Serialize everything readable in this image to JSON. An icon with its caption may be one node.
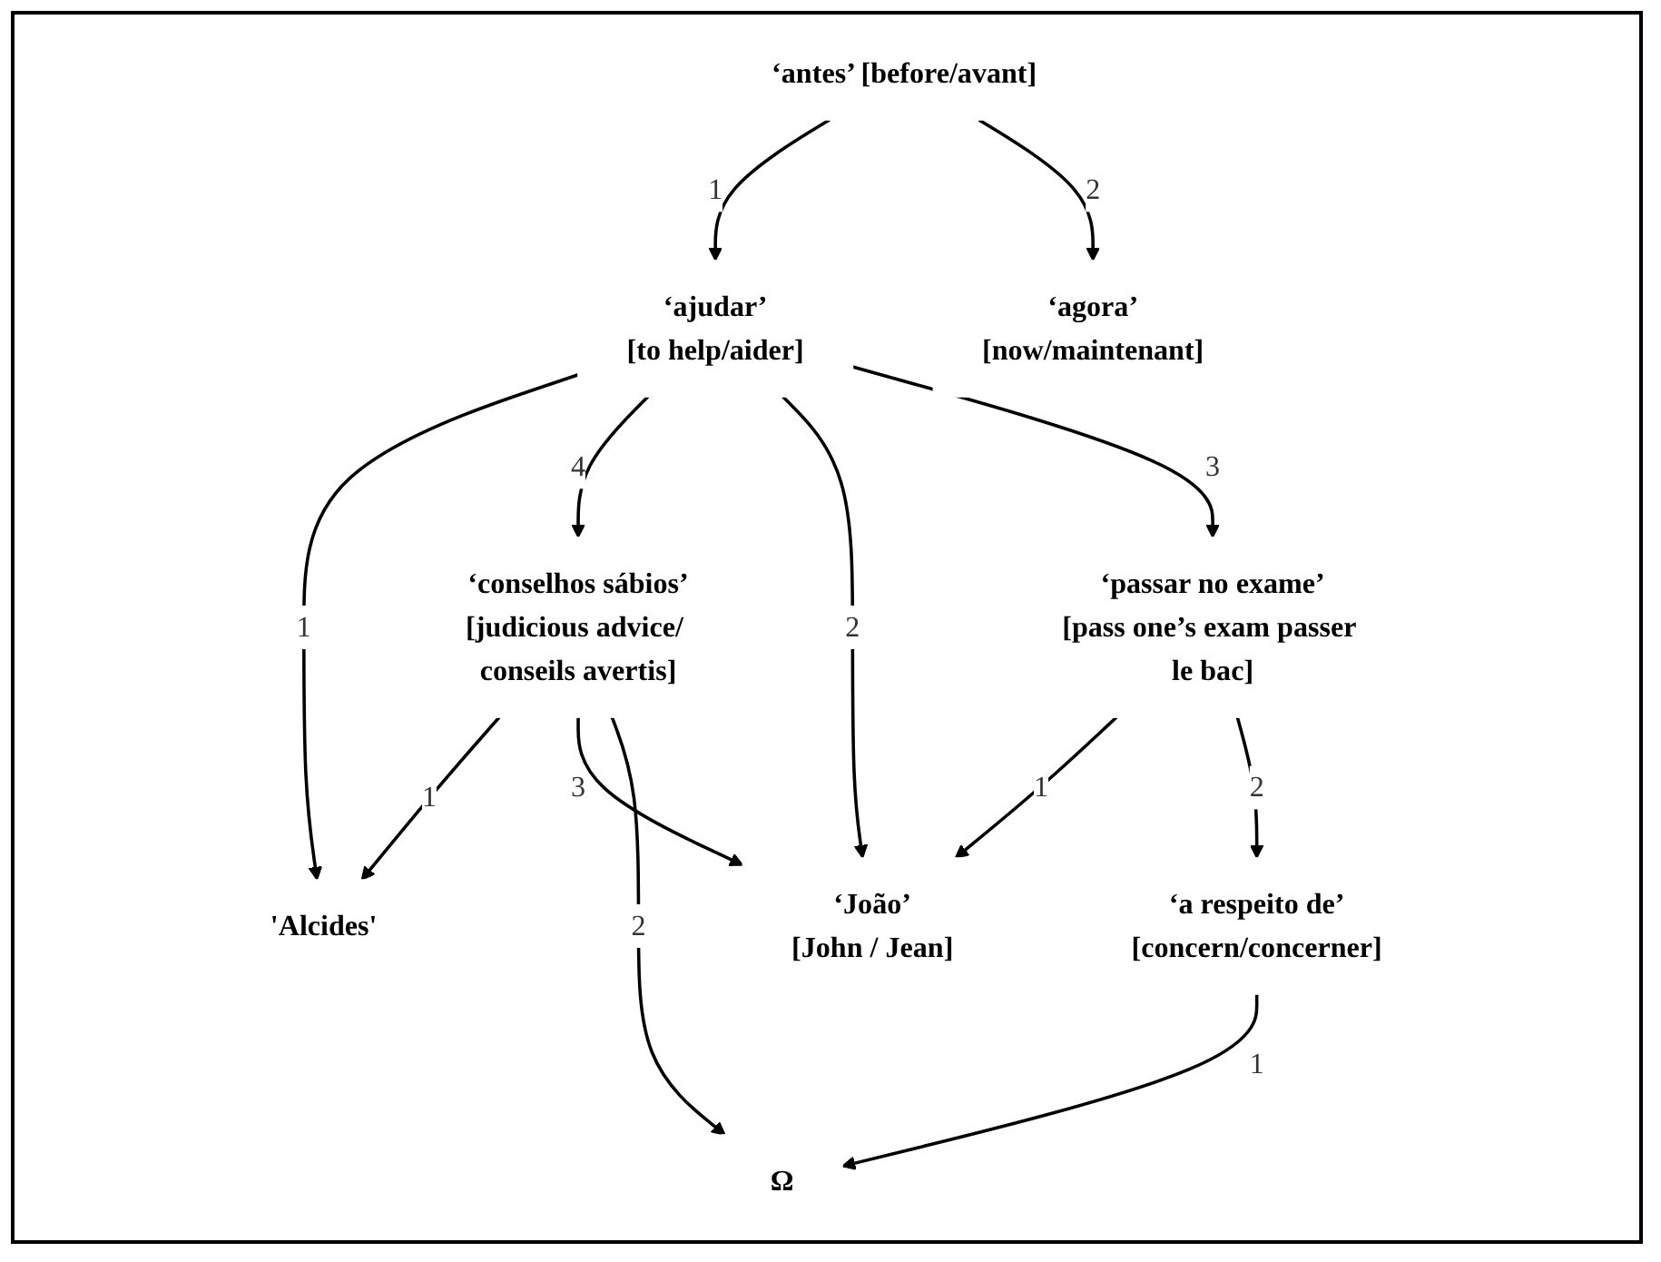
{
  "diagram": {
    "nodes": [
      {
        "text": [
          "‘antes’ [before/avant]"
        ]
      },
      {
        "text": [
          "'Alcides'"
        ]
      },
      {
        "text": [
          "‘ajudar’",
          "[to help/aider]"
        ]
      },
      {
        "text": [
          "‘agora’",
          "[now/maintenant]"
        ]
      },
      {
        "text": [
          "‘conselhos sábios’",
          "[judicious advice/ conseils avertis]"
        ]
      },
      {
        "text": [
          "‘João’",
          "[John / Jean]"
        ]
      },
      {
        "text": [
          "‘passar no exame’",
          "[pass one’s exam passer le bac]"
        ]
      },
      {
        "text": [
          "‘a respeito de’",
          "[concern/concerner]"
        ]
      },
      {
        "text": [
          "Ω"
        ]
      }
    ],
    "edges": [
      {
        "from": 0,
        "to": 2,
        "label": "1",
        "arrow": "to"
      },
      {
        "from": 0,
        "to": 3,
        "label": "2",
        "arrow": "to"
      },
      {
        "from": 2,
        "to": 1,
        "label": "1",
        "arrow": "to"
      },
      {
        "from": 2,
        "to": 4,
        "label": "4",
        "arrow": "to"
      },
      {
        "from": 2,
        "to": 5,
        "label": "2",
        "arrow": "to"
      },
      {
        "from": 2,
        "to": 6,
        "label": "3",
        "arrow": "to"
      },
      {
        "from": 4,
        "to": 1,
        "label": "1",
        "arrow": "to"
      },
      {
        "from": 4,
        "to": 5,
        "label": "3",
        "arrow": "to"
      },
      {
        "from": 4,
        "to": 8,
        "label": "2",
        "arrow": "to"
      },
      {
        "from": 6,
        "to": 5,
        "label": "1",
        "arrow": "to"
      },
      {
        "from": 6,
        "to": 7,
        "label": "2",
        "arrow": "to"
      },
      {
        "from": 7,
        "to": 8,
        "label": "1",
        "arrow": "to"
      }
    ]
  }
}
